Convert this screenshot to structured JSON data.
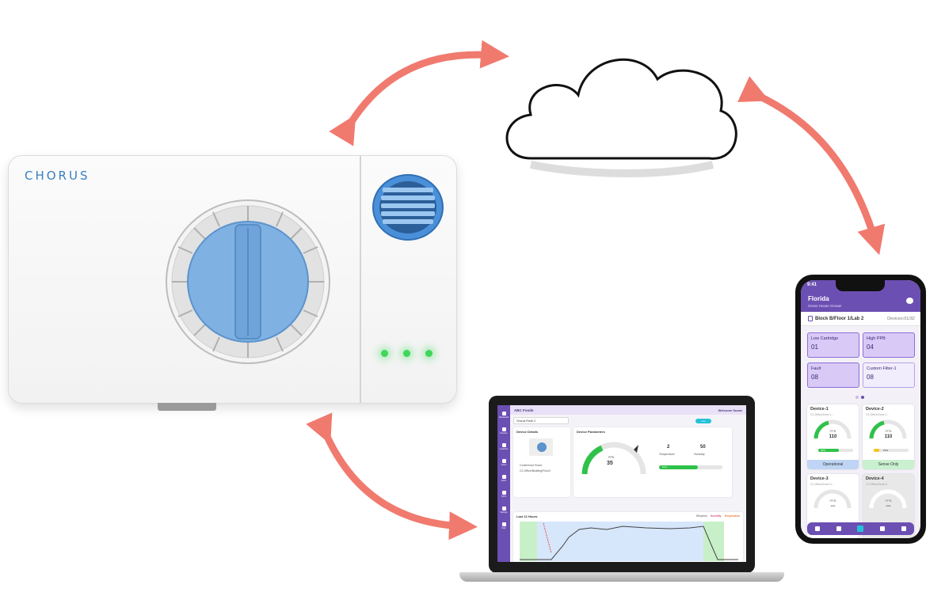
{
  "device": {
    "brand": "CHORUS",
    "colors": {
      "accent": "#4a90d9",
      "led": "#3fd65a",
      "arrow": "#f07a6e"
    }
  },
  "laptop": {
    "app_title": "ABC Foods",
    "welcome": "Welcome Suzan",
    "selector": "Chorus Fresh 2",
    "status_badge": "Live",
    "device_details_title": "Device Details",
    "device_location": "Conference Room",
    "device_path": "C2-Office/Building/Floor2",
    "parameters_title": "Device Parameters",
    "ppb_unit": "PPB",
    "ppb_value": "35",
    "temperature_value": "2",
    "temperature_label": "Temperature",
    "humidity_value": "50",
    "humidity_label": "Humidity",
    "cartridge_percent": "61%",
    "chart_title": "Last 12 Hours",
    "legend": [
      "Ethylene",
      "Humidity",
      "Temperature"
    ],
    "sidebar_items": [
      "Dashboard",
      "Devices",
      "Locations",
      "Users",
      "Alerts",
      "SFTs",
      "Settings",
      "Help"
    ]
  },
  "phone": {
    "time": "9:41",
    "location": "Florida",
    "subtitle": "Green House Grower",
    "block": "Block B/Floor 1/Lab 2",
    "devices_count": "Devices:01/32",
    "tiles": [
      {
        "label": "Low Cartridge",
        "value": "01"
      },
      {
        "label": "High PPB",
        "value": "04"
      },
      {
        "label": "Fault",
        "value": "08"
      },
      {
        "label": "Custom Filter-1",
        "value": "08"
      }
    ],
    "device_cards": [
      {
        "name": "Device-1",
        "location": "C2-Office/Zone 1...",
        "ppb_unit": "PPB",
        "ppb": "110",
        "bar": "58%",
        "status": "Operational"
      },
      {
        "name": "Device-2",
        "location": "C2-Office/Zone 2...",
        "ppb_unit": "PPB",
        "ppb": "110",
        "bar": "15%",
        "status": "Sense Only"
      },
      {
        "name": "Device-3",
        "location": "C2-Office/Zone 3...",
        "ppb_unit": "PPB",
        "ppb": "---"
      },
      {
        "name": "Device-4",
        "location": "C2-Office/Zone 4...",
        "ppb_unit": "PPB",
        "ppb": "---"
      }
    ]
  }
}
